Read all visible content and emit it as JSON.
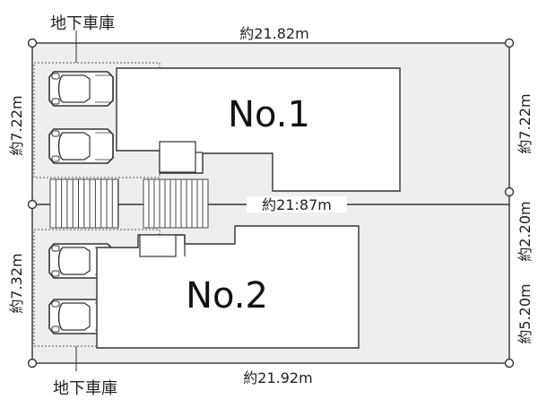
{
  "colors": {
    "lot_fill": "#eeeeee",
    "line": "#333333",
    "building_fill": "#ffffff",
    "dash": "#555555",
    "stairs": "#444444"
  },
  "garage_top": {
    "label": "地下車庫"
  },
  "garage_bottom": {
    "label": "地下車庫"
  },
  "dimensions": {
    "top_width": "約21.82m",
    "middle_width": "約21:87m",
    "bottom_width": "約21.92m",
    "left_upper": "約7.22m",
    "left_lower": "約7.32m",
    "right_upper": "約7.22m",
    "right_middle": "約2.20m",
    "right_lower": "約5.20m"
  },
  "lots": [
    {
      "name": "No.1"
    },
    {
      "name": "No.2"
    }
  ],
  "icons": [
    "car-icon",
    "stairs-icon",
    "survey-point-icon"
  ]
}
